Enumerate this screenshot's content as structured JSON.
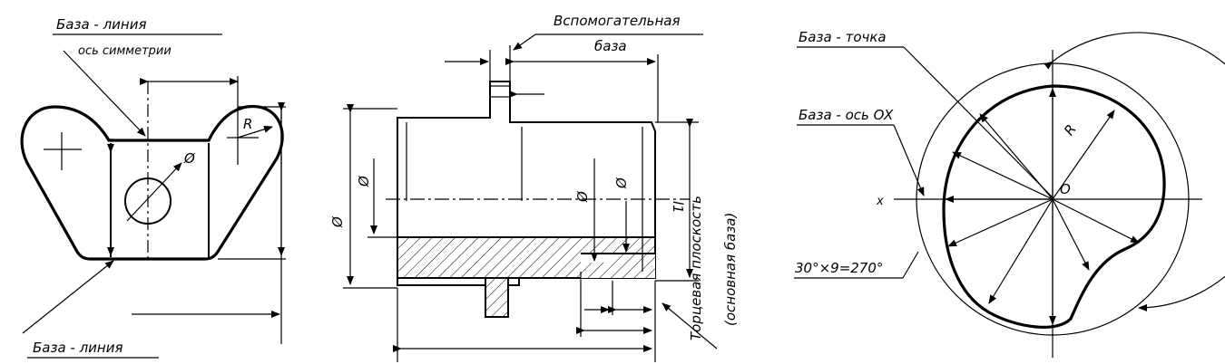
{
  "figure_left": {
    "label_top_line1": "База - линия",
    "label_top_line2": "ось симметрии",
    "label_bottom": "База - линия",
    "dim_radius": "R",
    "dim_diameter": "Ø"
  },
  "figure_middle": {
    "label_aux_line1": "Вспомогательная",
    "label_aux_line2": "база",
    "label_face_line1": "Торцевая плоскость",
    "label_face_line2": "(основная база)",
    "dim_diameter": "Ø",
    "dim_length": "l1"
  },
  "figure_right": {
    "label_point": "База - точка",
    "label_axis": "База - ось OX",
    "label_angle": "30°×9=270°",
    "axis_x": "x",
    "origin": "O",
    "dim_radius": "R"
  },
  "colors": {
    "ink": "#000000",
    "paper": "#ffffff"
  }
}
